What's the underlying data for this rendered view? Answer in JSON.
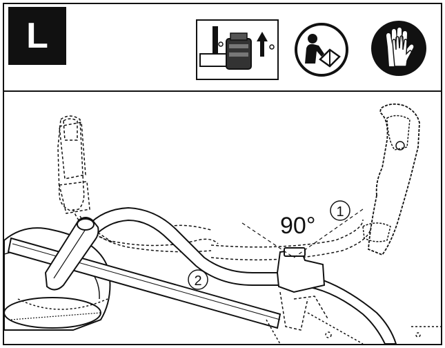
{
  "header": {
    "step_letter": "L",
    "icons": [
      "battery-removal-icon",
      "read-manual-icon",
      "wear-gloves-icon"
    ]
  },
  "illustration": {
    "angle_label": "90°",
    "callouts": [
      "1",
      "2"
    ]
  },
  "colors": {
    "ink": "#111111",
    "paper": "#ffffff"
  }
}
